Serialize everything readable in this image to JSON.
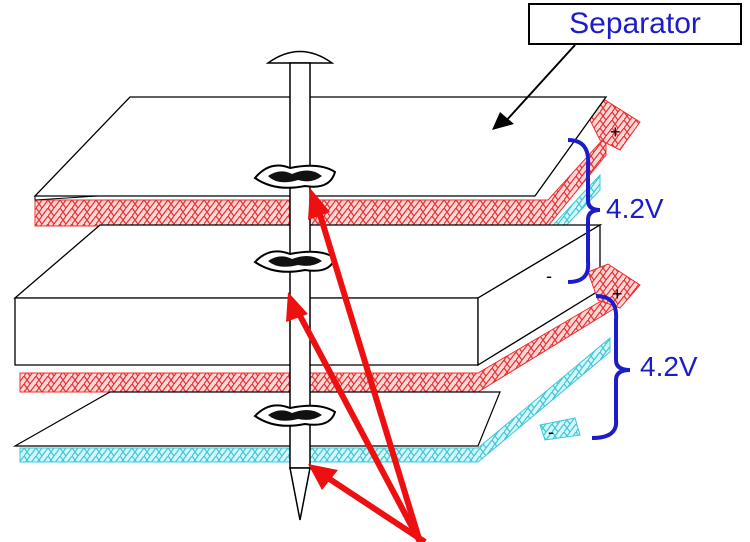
{
  "diagram": {
    "separator_label": "Separator",
    "voltage_top": "4.2V",
    "voltage_bottom": "4.2V",
    "plus_sign": "+",
    "minus_sign": "-"
  },
  "colors": {
    "cathode": "#e83030",
    "anode": "#3cc8d8",
    "bracket": "#1c1cc8",
    "arrow": "#ee1010"
  }
}
